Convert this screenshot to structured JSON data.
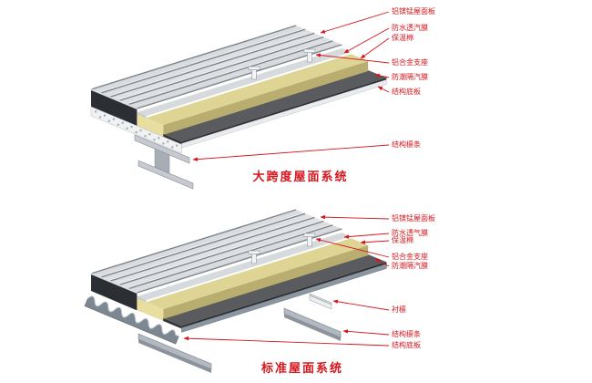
{
  "page": {
    "background": "#ffffff"
  },
  "colors": {
    "label_red": "#d6161d",
    "title_red": "#d6161d",
    "panel_silver": "#c9cdd3",
    "panel_seam": "#7f858d",
    "insulation_yellow": "#ded594",
    "breathable_membrane_gray": "#d7dadd",
    "vapor_barrier_dark": "#595b5e",
    "deck_white": "#f0f1f3",
    "corrugated_steel": "#7d8791",
    "support_white": "#f2f4f5"
  },
  "diagrams": [
    {
      "id": "large-span",
      "title": "大跨度屋面系统",
      "labels": [
        {
          "text": "铝镁锰屋面板"
        },
        {
          "text": "防水透汽膜"
        },
        {
          "text": "保温棉"
        },
        {
          "text": "铝合金支座"
        },
        {
          "text": "防潮隔汽膜"
        },
        {
          "text": "结构底板"
        },
        {
          "text": "结构檩条"
        }
      ]
    },
    {
      "id": "standard",
      "title": "标准屋面系统",
      "labels": [
        {
          "text": "铝镁锰屋面板"
        },
        {
          "text": "防水透气膜"
        },
        {
          "text": "保温棉"
        },
        {
          "text": "铝合金支座"
        },
        {
          "text": "防潮隔汽膜"
        },
        {
          "text": "衬檩"
        },
        {
          "text": "结构檩条"
        },
        {
          "text": "结构底板"
        }
      ]
    }
  ]
}
